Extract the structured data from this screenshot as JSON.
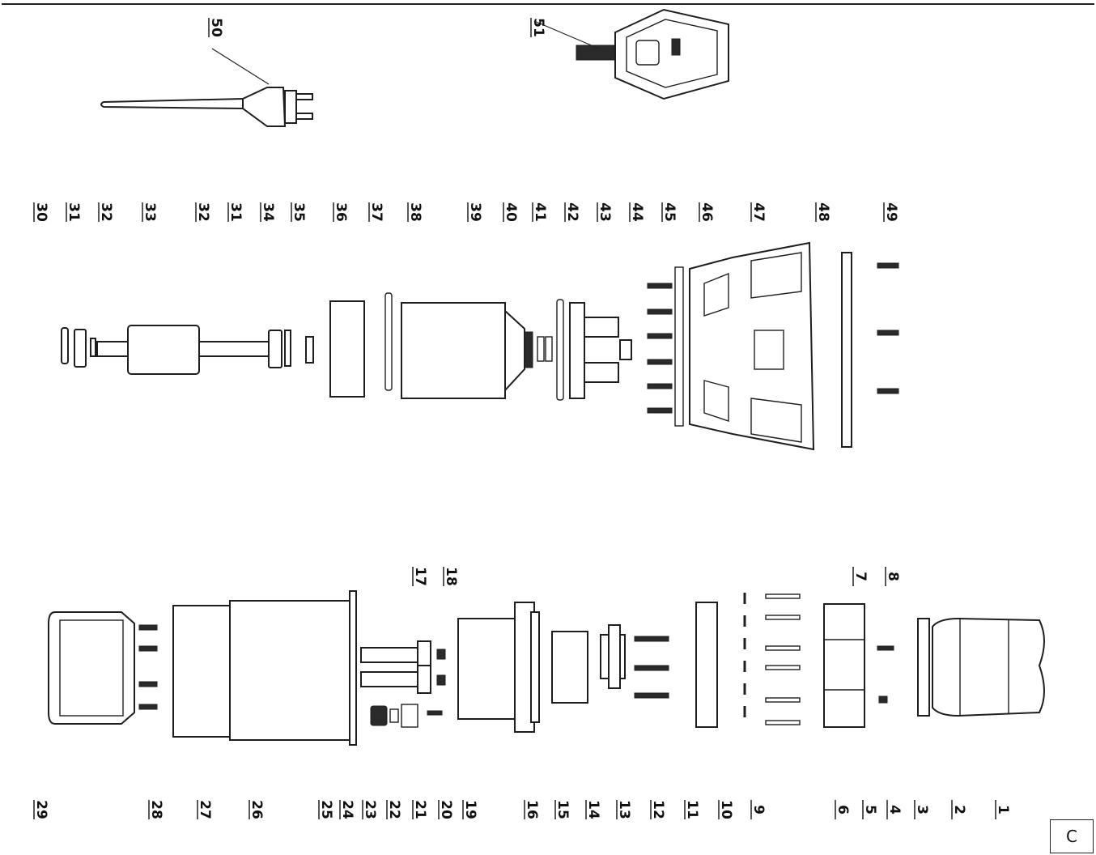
{
  "variant_label": "C",
  "callouts": [
    {
      "id": "50",
      "label": "50"
    },
    {
      "id": "51",
      "label": "51"
    },
    {
      "id": "30",
      "label": "30"
    },
    {
      "id": "31a",
      "label": "31"
    },
    {
      "id": "32a",
      "label": "32"
    },
    {
      "id": "33",
      "label": "33"
    },
    {
      "id": "32b",
      "label": "32"
    },
    {
      "id": "31b",
      "label": "31"
    },
    {
      "id": "34",
      "label": "34"
    },
    {
      "id": "35",
      "label": "35"
    },
    {
      "id": "36",
      "label": "36"
    },
    {
      "id": "37",
      "label": "37"
    },
    {
      "id": "38",
      "label": "38"
    },
    {
      "id": "39",
      "label": "39"
    },
    {
      "id": "40",
      "label": "40"
    },
    {
      "id": "41",
      "label": "41"
    },
    {
      "id": "42",
      "label": "42"
    },
    {
      "id": "43",
      "label": "43"
    },
    {
      "id": "44",
      "label": "44"
    },
    {
      "id": "45",
      "label": "45"
    },
    {
      "id": "46",
      "label": "46"
    },
    {
      "id": "47",
      "label": "47"
    },
    {
      "id": "48",
      "label": "48"
    },
    {
      "id": "49",
      "label": "49"
    },
    {
      "id": "17",
      "label": "17"
    },
    {
      "id": "18",
      "label": "18"
    },
    {
      "id": "7",
      "label": "7"
    },
    {
      "id": "8",
      "label": "8"
    },
    {
      "id": "29",
      "label": "29"
    },
    {
      "id": "28",
      "label": "28"
    },
    {
      "id": "27",
      "label": "27"
    },
    {
      "id": "26",
      "label": "26"
    },
    {
      "id": "25",
      "label": "25"
    },
    {
      "id": "24",
      "label": "24"
    },
    {
      "id": "23",
      "label": "23"
    },
    {
      "id": "22",
      "label": "22"
    },
    {
      "id": "21",
      "label": "21"
    },
    {
      "id": "20",
      "label": "20"
    },
    {
      "id": "19",
      "label": "19"
    },
    {
      "id": "16",
      "label": "16"
    },
    {
      "id": "15",
      "label": "15"
    },
    {
      "id": "14",
      "label": "14"
    },
    {
      "id": "13",
      "label": "13"
    },
    {
      "id": "12",
      "label": "12"
    },
    {
      "id": "11",
      "label": "11"
    },
    {
      "id": "10",
      "label": "10"
    },
    {
      "id": "9",
      "label": "9"
    },
    {
      "id": "6",
      "label": "6"
    },
    {
      "id": "5",
      "label": "5"
    },
    {
      "id": "4",
      "label": "4"
    },
    {
      "id": "3",
      "label": "3"
    },
    {
      "id": "2",
      "label": "2"
    },
    {
      "id": "1",
      "label": "1"
    }
  ]
}
